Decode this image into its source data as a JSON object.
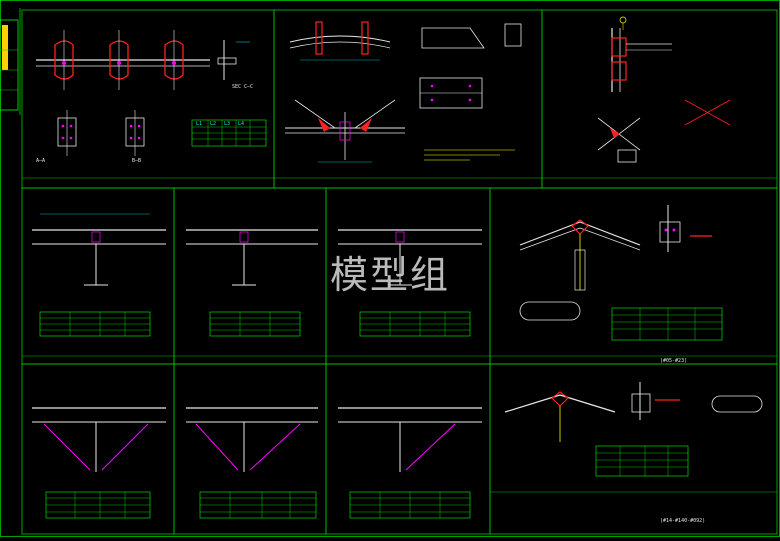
{
  "watermark": "模型组",
  "colors": {
    "bg": "#000000",
    "frame": "#00c800",
    "steel": "#e8e8e8",
    "weld": "#ff2020",
    "dim": "#00e5e5",
    "note": "#ffff00",
    "accent": "#ff00ff",
    "table": "#00ff00"
  },
  "panel_top_left": {
    "section_labels": [
      "A—A",
      "B—B",
      "SEC C—C"
    ],
    "table": {
      "headers": [
        "",
        "L1",
        "L2",
        "L3",
        "L4"
      ],
      "rows": [
        [
          "",
          "",
          "",
          "",
          ""
        ],
        [
          "",
          "",
          "",
          "",
          ""
        ],
        [
          "",
          "",
          "",
          "",
          ""
        ]
      ]
    }
  },
  "bottom_right": {
    "code": "(#14-#140-#092)"
  },
  "middle_right": {
    "code": "(#05-#23)"
  }
}
